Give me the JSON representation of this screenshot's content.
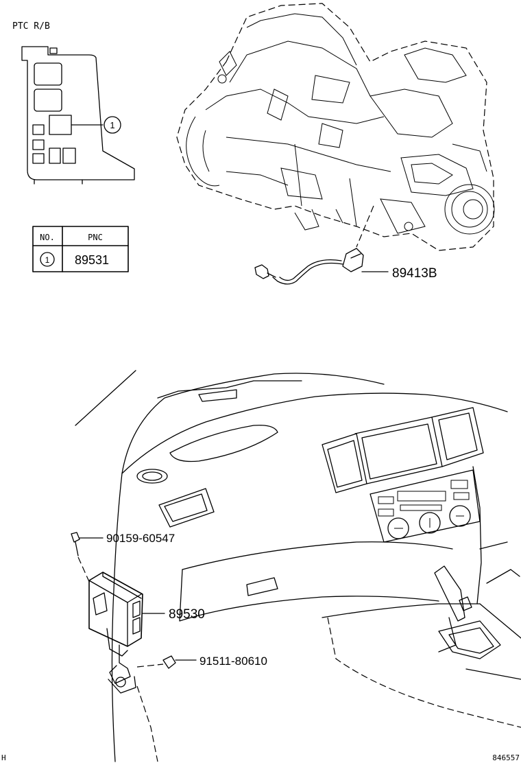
{
  "relay_block": {
    "title": "PTC R/B",
    "callout": "1"
  },
  "pnc_table": {
    "header_no": "NO.",
    "header_pnc": "PNC",
    "rows": [
      {
        "no": "1",
        "pnc": "89531"
      }
    ]
  },
  "callouts": {
    "sensor": "89413B",
    "bolt": "90159-60547",
    "ecu": "89530",
    "screw": "91511-80610"
  },
  "corner": {
    "left": "H",
    "right": "846557"
  }
}
